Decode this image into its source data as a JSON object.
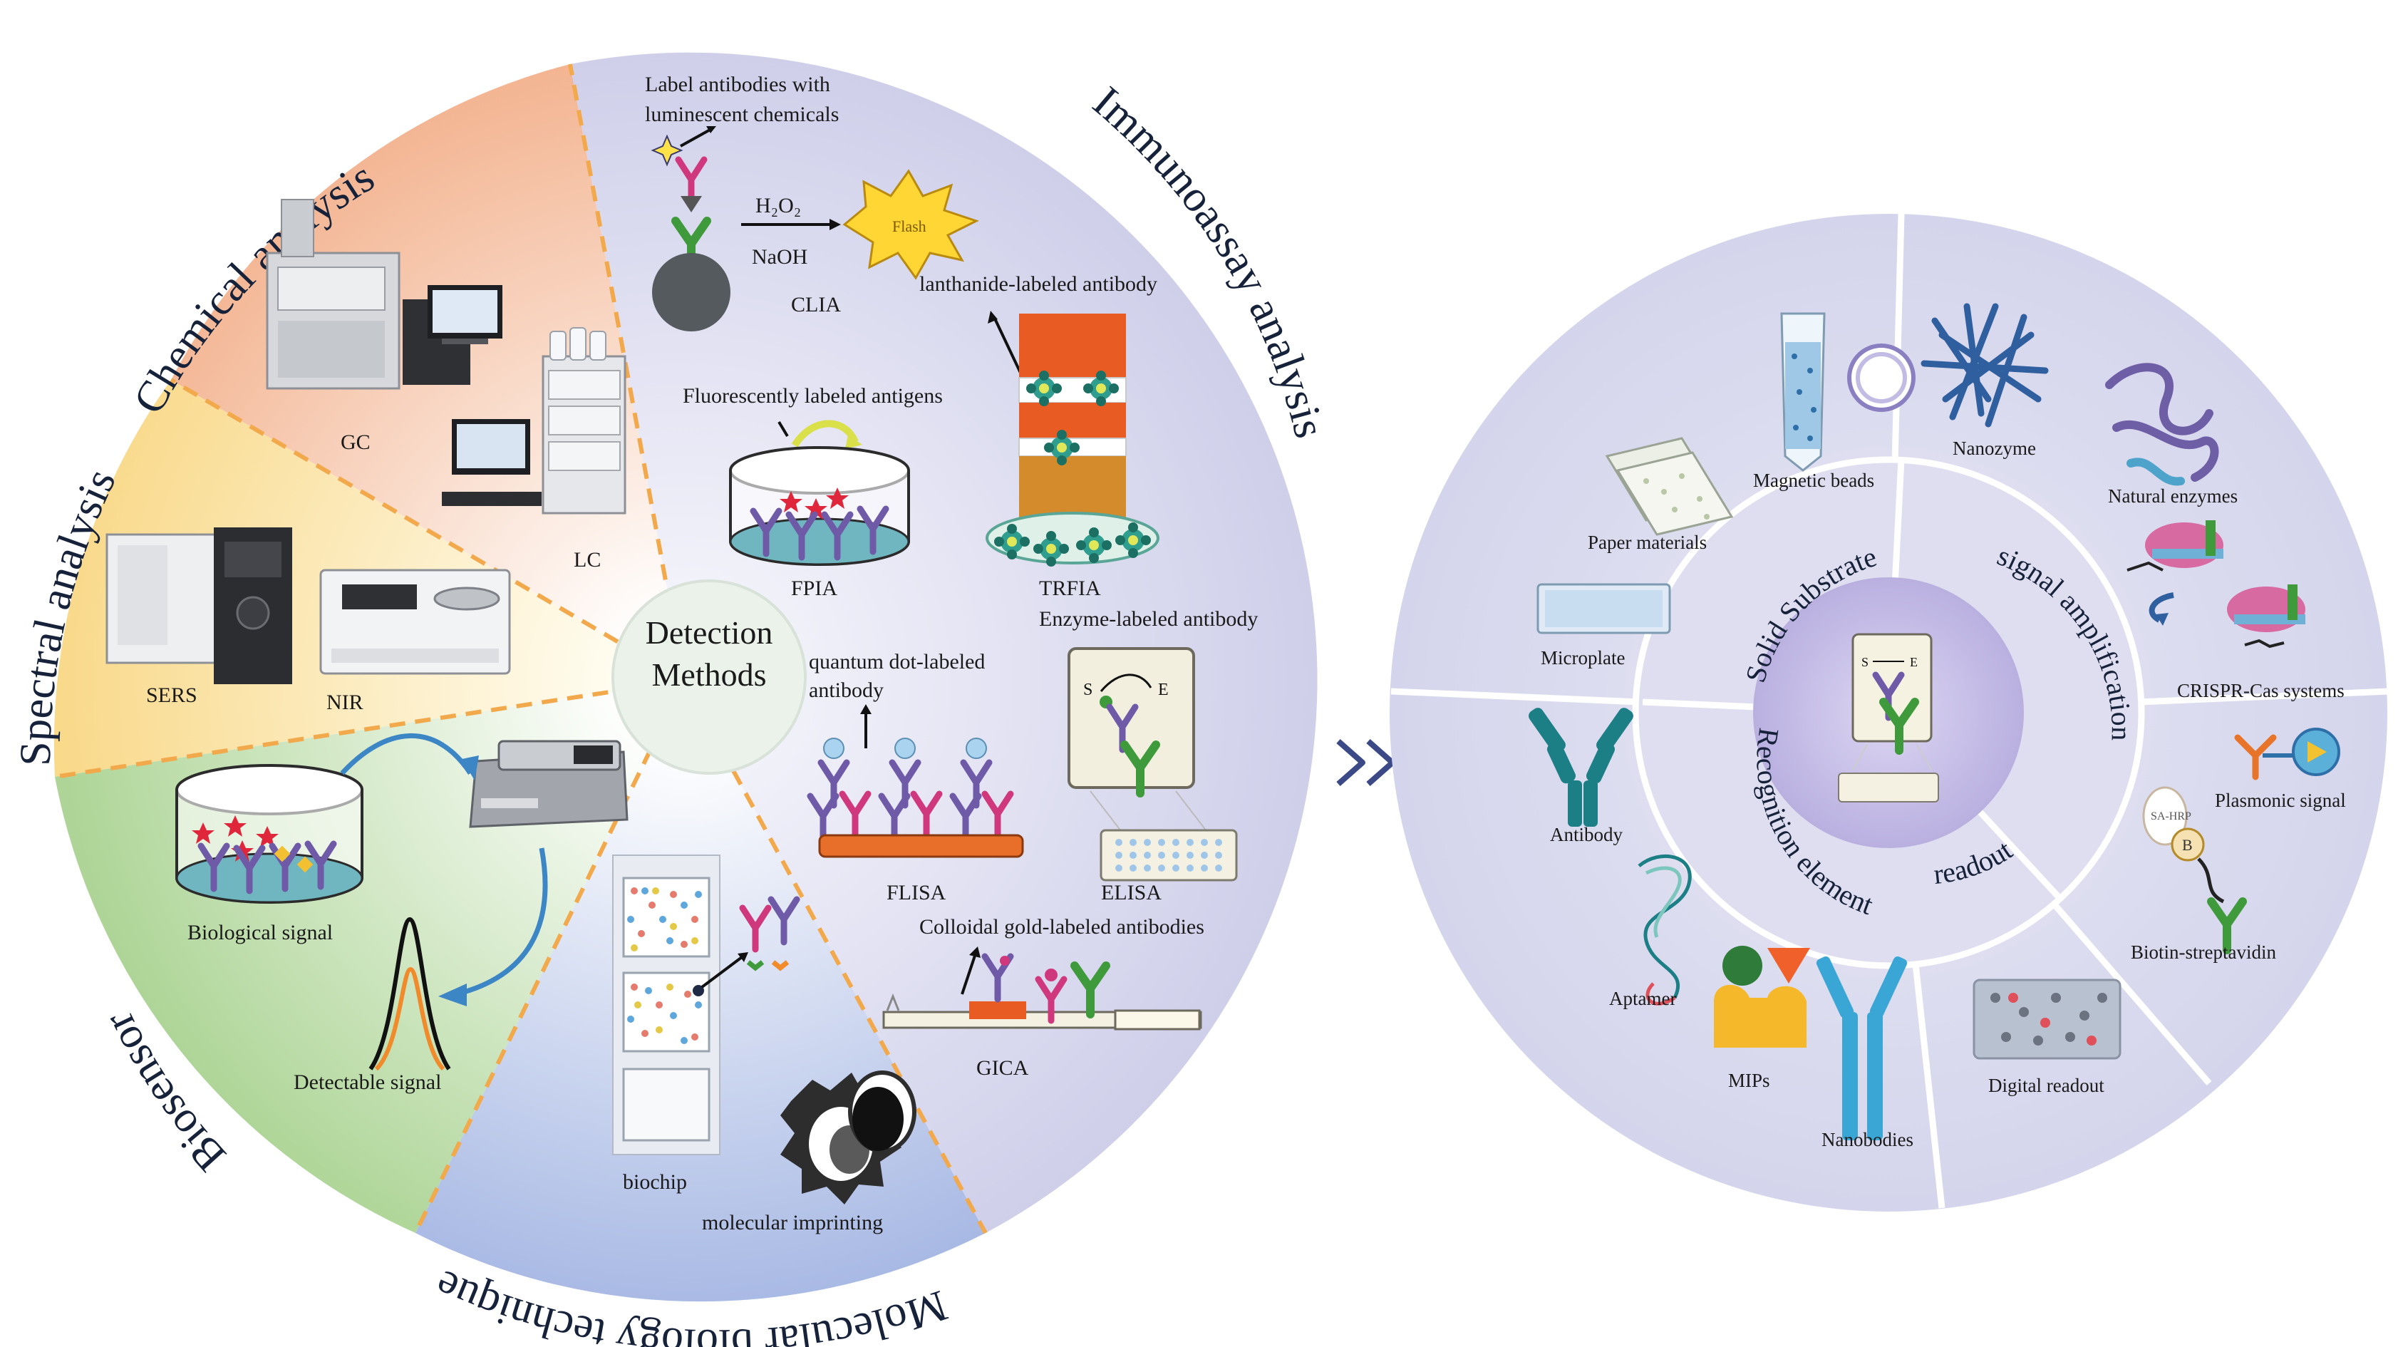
{
  "center": {
    "line1": "Detection",
    "line2": "Methods"
  },
  "sections": {
    "chemical": "Chemical analysis",
    "spectral": "Spectral analysis",
    "biosensor": "Biosensor",
    "molecular": "Molecular biology techniques",
    "immuno": "Immunoassay analysis"
  },
  "chemical_items": {
    "gc": "GC",
    "lc": "LC"
  },
  "spectral_items": {
    "sers": "SERS",
    "nir": "NIR"
  },
  "biosensor_items": {
    "bio_signal": "Biological signal",
    "detectable": "Detectable signal"
  },
  "molecular_items": {
    "biochip": "biochip",
    "imprinting": "molecular imprinting"
  },
  "immuno_items": {
    "label_line1": "Label antibodies with",
    "label_line2": "luminescent chemicals",
    "h2o2": "H₂O₂",
    "naoh": "NaOH",
    "flash": "Flash",
    "clia": "CLIA",
    "lanthanide": "lanthanide-labeled antibody",
    "fluor_antigens": "Fluorescently labeled antigens",
    "fpia": "FPIA",
    "trfia": "TRFIA",
    "enzyme_ab": "Enzyme-labeled antibody",
    "qd_line1": "quantum dot-labeled",
    "qd_line2": "antibody",
    "flisa": "FLISA",
    "elisa": "ELISA",
    "s": "S",
    "e": "E",
    "colloidal": "Colloidal gold-labeled antibodies",
    "gica": "GICA"
  },
  "right_wheel": {
    "inner": {
      "solid": "Solid Substrate",
      "signal": "signal amplification",
      "recognition": "Recognition element",
      "readout": "readout"
    },
    "items": {
      "magnetic": "Magnetic beads",
      "paper": "Paper materials",
      "microplate": "Microplate",
      "nanozyme": "Nanozyme",
      "natural": "Natural enzymes",
      "crispr": "CRISPR-Cas systems",
      "plasmonic": "Plasmonic signal",
      "biotin": "Biotin-streptavidin",
      "antibody": "Antibody",
      "aptamer": "Aptamer",
      "mips": "MIPs",
      "nanobodies": "Nanobodies",
      "digital": "Digital readout",
      "b": "B",
      "sa_hrp": "SA-HRP",
      "s": "S",
      "e": "E"
    }
  },
  "colors": {
    "chemical": "#f6c7ab",
    "spectral": "#fbe4a6",
    "biosensor": "#cfe6c0",
    "molecular": "#c8d3ec",
    "immuno": "#ddddf0",
    "wheel": "#dcdcee",
    "divider": "#f2a94c",
    "arrow": "#3b4a86",
    "text": "#1a1a1a"
  }
}
